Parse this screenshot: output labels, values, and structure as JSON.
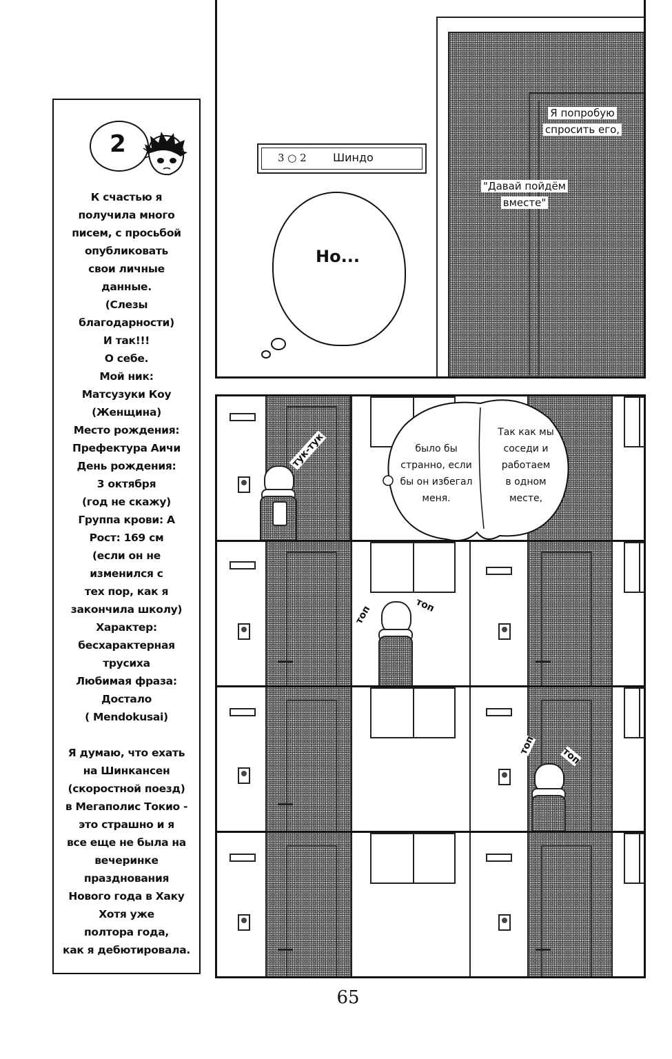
{
  "sidebar": {
    "note_number": "2",
    "lines": [
      "К счастью я",
      "получила много",
      "писем, с просьбой",
      "опубликовать",
      "свои личные",
      "данные.",
      "(Слезы",
      "благодарности)",
      "И так!!!",
      "О себе.",
      "Мой ник:",
      "Матсузуки Коу",
      "(Женщина)",
      "Место рождения:",
      "Префектура Аичи",
      "День рождения:",
      "3 октября",
      "(год не скажу)",
      "Группа крови: А",
      "Рост: 169 см",
      "(если он не",
      "изменился с",
      "тех пор, как я",
      "закончила школу)",
      "Характер:",
      "бесхарактерная",
      "трусиха",
      "Любимая фраза:",
      "Достало",
      "( Mendokusai)",
      "",
      "Я думаю, что ехать",
      "на Шинкансен",
      "(скоростной поезд)",
      "в Мегаполис Токио -",
      "это страшно  и я",
      "все еще не была на",
      "вечеринке",
      "празднования",
      "Нового года в Хаку",
      "Хотя уже",
      "полтора года,",
      "как я дебютировала."
    ]
  },
  "panel_top": {
    "nameplate_number": "3 ○ 2",
    "nameplate_name": "Шиндо",
    "thought": "Но...",
    "narration_1": [
      "Я попробую",
      "спросить его,"
    ],
    "narration_2": [
      "\"Давай пойдём",
      "вместе\""
    ]
  },
  "panel_2": {
    "sfx_knock": "тук-тук",
    "bubble_right": [
      "Так как мы",
      "соседи и",
      "работаем",
      "в одном",
      "месте,"
    ],
    "bubble_left": [
      "было бы",
      "странно, если",
      "бы он избегал",
      "меня."
    ]
  },
  "panel_3": {
    "sfx_1": "топ",
    "sfx_2": "топ"
  },
  "panel_4": {
    "sfx_1": "топ",
    "sfx_2": "топ"
  },
  "page_number": "65"
}
